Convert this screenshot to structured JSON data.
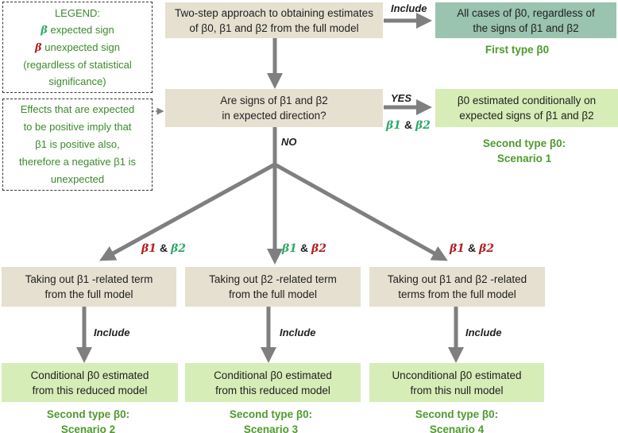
{
  "legend": {
    "title": "LEGEND:",
    "expected_symbol": "β",
    "expected_text": "expected sign",
    "unexpected_symbol": "β",
    "unexpected_text": "unexpected sign",
    "note": "(regardless of statistical",
    "note2": "significance)"
  },
  "note_box": {
    "line1": "Effects that are expected",
    "line2": "to be positive imply that",
    "line3": "β1 is positive also,",
    "line4": "therefore a negative β1  is",
    "line5": "unexpected"
  },
  "top_box": {
    "line1": "Two-step approach to obtaining estimates",
    "line2": "of β0, β1 and β2 from the full model"
  },
  "first_type_box": {
    "line1": "All cases of β0, regardless of",
    "line2": "the signs of β1 and β2",
    "caption": "First type β0"
  },
  "question_box": {
    "line1": "Are signs of β1 and β2",
    "line2": "in expected direction?"
  },
  "second_type_box": {
    "line1": "β0 estimated conditionally on",
    "line2": "expected signs of β1 and β2",
    "caption1": "Second type β0:",
    "caption2": "Scenario 1"
  },
  "labels": {
    "include_top": "Include",
    "yes": "YES",
    "no": "NO",
    "include": "Include"
  },
  "yes_pair": {
    "a": "β1",
    "amp": "&",
    "b": "β2"
  },
  "branch_pairs": [
    {
      "a": "β1",
      "amp": "&",
      "b": "β2"
    },
    {
      "a": "β1",
      "amp": "&",
      "b": "β2"
    },
    {
      "a": "β1",
      "amp": "&",
      "b": "β2"
    }
  ],
  "branches": [
    {
      "reduce_line1": "Taking out β1 -related term",
      "reduce_line2": "from the full model",
      "result_line1": "Conditional β0 estimated",
      "result_line2": "from this reduced model",
      "caption1": "Second type β0:",
      "caption2": "Scenario 2"
    },
    {
      "reduce_line1": "Taking out β2 -related term",
      "reduce_line2": "from the full model",
      "result_line1": "Conditional β0 estimated",
      "result_line2": "from this reduced model",
      "caption1": "Second type β0:",
      "caption2": "Scenario 3"
    },
    {
      "reduce_line1": "Taking out β1 and β2 -related",
      "reduce_line2": "terms from the full model",
      "result_line1": "Unconditional β0 estimated",
      "result_line2": "from this null model",
      "caption1": "Second type β0:",
      "caption2": "Scenario 4"
    }
  ],
  "colors": {
    "box_tan": "#e5e0d0",
    "box_green": "#d7edb8",
    "box_teal": "#9ac3b0",
    "arrow": "#7f7f7f",
    "expected": "#2eaa6b",
    "unexpected": "#b22222",
    "caption": "#4e9a2c"
  }
}
